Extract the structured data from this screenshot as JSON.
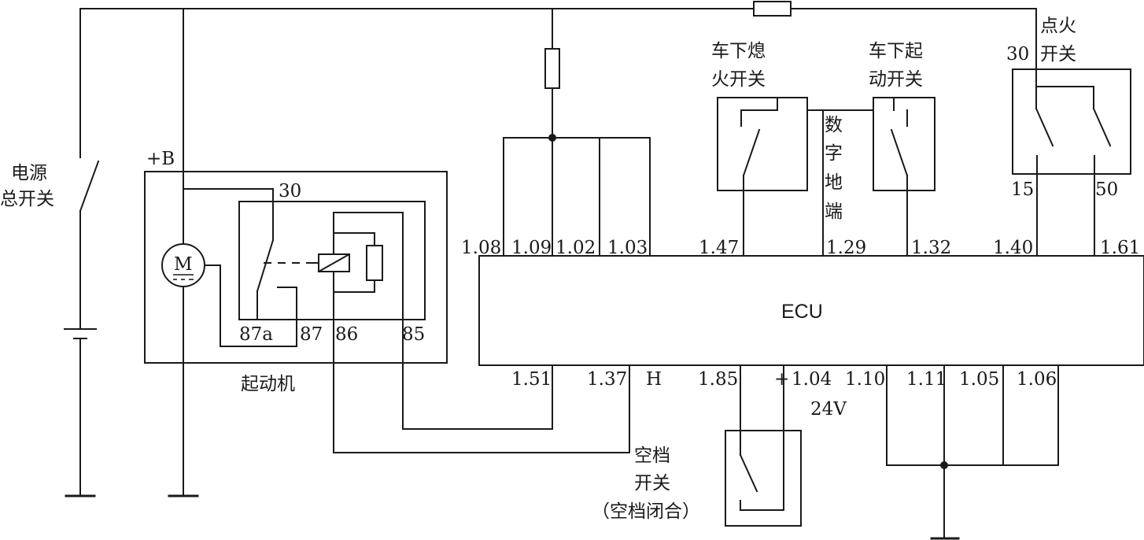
{
  "labels": {
    "main_switch": [
      "电源",
      "总开关"
    ],
    "plus_b": "+B",
    "motor": "M",
    "starter": "起动机",
    "relay_30": "30",
    "relay_87a": "87a",
    "relay_87": "87",
    "relay_86": "86",
    "relay_85": "85",
    "ecu": "ECU",
    "stop_switch": [
      "车下熄",
      "火开关"
    ],
    "start_switch": [
      "车下起",
      "动开关"
    ],
    "digital_ground": [
      "数",
      "字",
      "地",
      "端"
    ],
    "ignition_switch": [
      "点火",
      "开关"
    ],
    "ign_30": "30",
    "ign_15": "15",
    "ign_50": "50",
    "neutral_switch": [
      "空档",
      "开关",
      "（空档闭合）"
    ],
    "h": "H",
    "plus": "+",
    "voltage": "24V"
  },
  "pins_top": [
    "1.08",
    "1.09",
    "1.02",
    "1.03",
    "1.47",
    "1.29",
    "1.32",
    "1.40",
    "1.61"
  ],
  "pins_bottom": [
    "1.51",
    "1.37",
    "1.85",
    "1.04",
    "1.10",
    "1.11",
    "1.05",
    "1.06"
  ]
}
